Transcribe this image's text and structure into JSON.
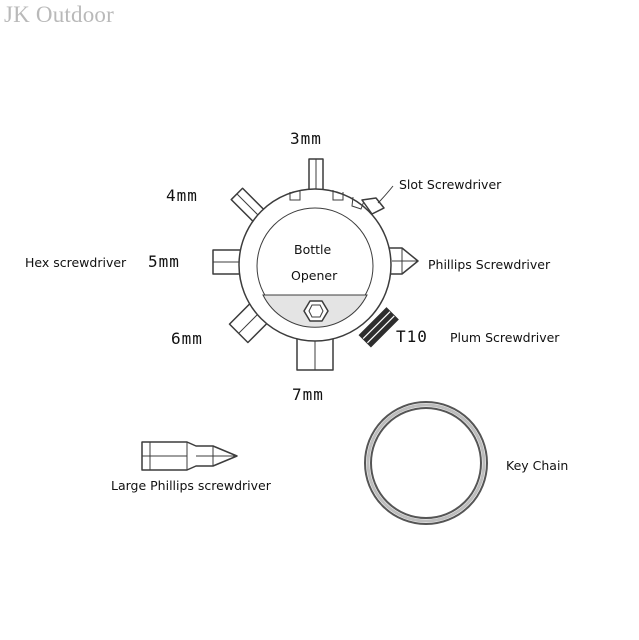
{
  "watermark": "JK Outdoor",
  "labels": {
    "size_3mm": "3mm",
    "size_4mm": "4mm",
    "size_5mm": "5mm",
    "size_6mm": "6mm",
    "size_7mm": "7mm",
    "t10": "T10",
    "slot": "Slot Screwdriver",
    "hex": "Hex screwdriver",
    "phillips": "Phillips Screwdriver",
    "plum": "Plum Screwdriver",
    "bottle_line1": "Bottle",
    "bottle_line2": "Opener",
    "large_phillips": "Large Phillips screwdriver",
    "key_chain": "Key Chain"
  },
  "colors": {
    "stroke": "#3c3c3c",
    "watermark": "#b9b9b9",
    "text": "#111111"
  }
}
